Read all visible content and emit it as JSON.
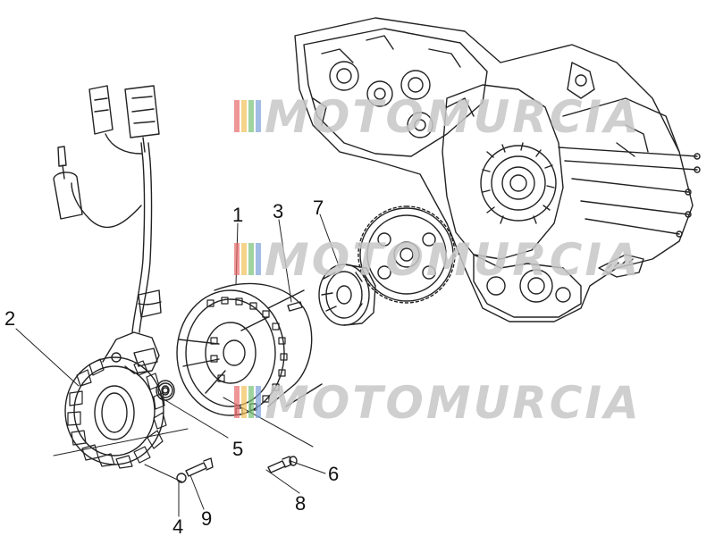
{
  "diagram": {
    "type": "exploded-parts-diagram",
    "colors": {
      "line": "#222222",
      "background": "#ffffff",
      "watermark_text": "#c7c7c7",
      "watermark_stripes": [
        "#e86a6a",
        "#f2c15a",
        "#76c276",
        "#7aa0d8"
      ]
    },
    "watermark": {
      "text": "MOTOMURCIA"
    },
    "callouts": [
      {
        "id": "1",
        "label": "1"
      },
      {
        "id": "2",
        "label": "2"
      },
      {
        "id": "3",
        "label": "3"
      },
      {
        "id": "4",
        "label": "4"
      },
      {
        "id": "5",
        "label": "5"
      },
      {
        "id": "6",
        "label": "6"
      },
      {
        "id": "7",
        "label": "7"
      },
      {
        "id": "8",
        "label": "8"
      },
      {
        "id": "9",
        "label": "9"
      }
    ],
    "parts": [
      {
        "id": "stator",
        "icon": "stator-coil-icon"
      },
      {
        "id": "flywheel",
        "icon": "flywheel-rotor-icon"
      },
      {
        "id": "key",
        "icon": "woodruff-key-icon"
      },
      {
        "id": "starter-clutch",
        "icon": "starter-clutch-icon"
      },
      {
        "id": "starter-gear",
        "icon": "gear-icon"
      },
      {
        "id": "crankcase",
        "icon": "crankcase-icon"
      },
      {
        "id": "wiring-harness",
        "icon": "connector-icon"
      },
      {
        "id": "bolts",
        "icon": "bolt-icon"
      }
    ]
  }
}
